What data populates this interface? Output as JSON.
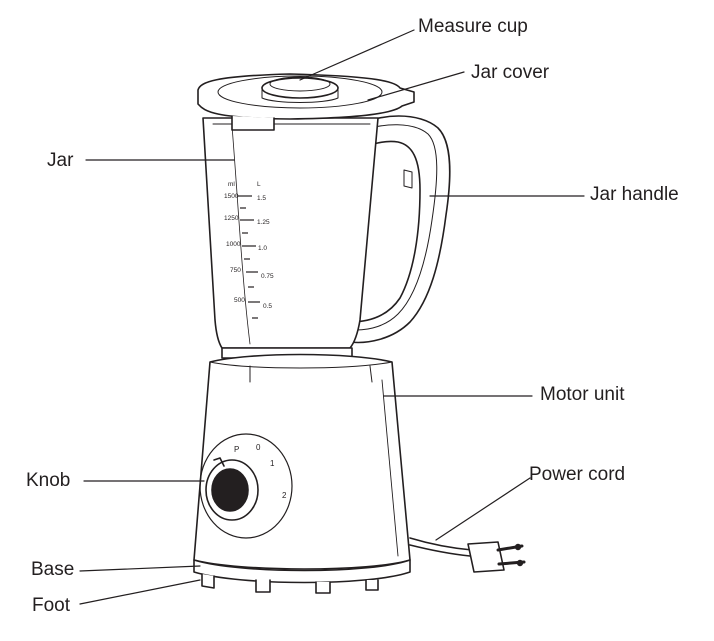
{
  "labels": {
    "measure_cup": "Measure cup",
    "jar_cover": "Jar cover",
    "jar": "Jar",
    "jar_handle": "Jar handle",
    "motor_unit": "Motor unit",
    "knob": "Knob",
    "power_cord": "Power cord",
    "base": "Base",
    "foot": "Foot"
  },
  "jar_scale": {
    "unit_left": "ml",
    "unit_right": "L",
    "marks": [
      {
        "ml": "1500",
        "l": "1.5"
      },
      {
        "ml": "1250",
        "l": "1.25"
      },
      {
        "ml": "1000",
        "l": "1.0"
      },
      {
        "ml": "750",
        "l": "0.75"
      },
      {
        "ml": "500",
        "l": "0.5"
      }
    ]
  },
  "knob_dial": [
    "P",
    "0",
    "1",
    "2"
  ],
  "colors": {
    "line": "#231f20",
    "background": "#ffffff"
  }
}
